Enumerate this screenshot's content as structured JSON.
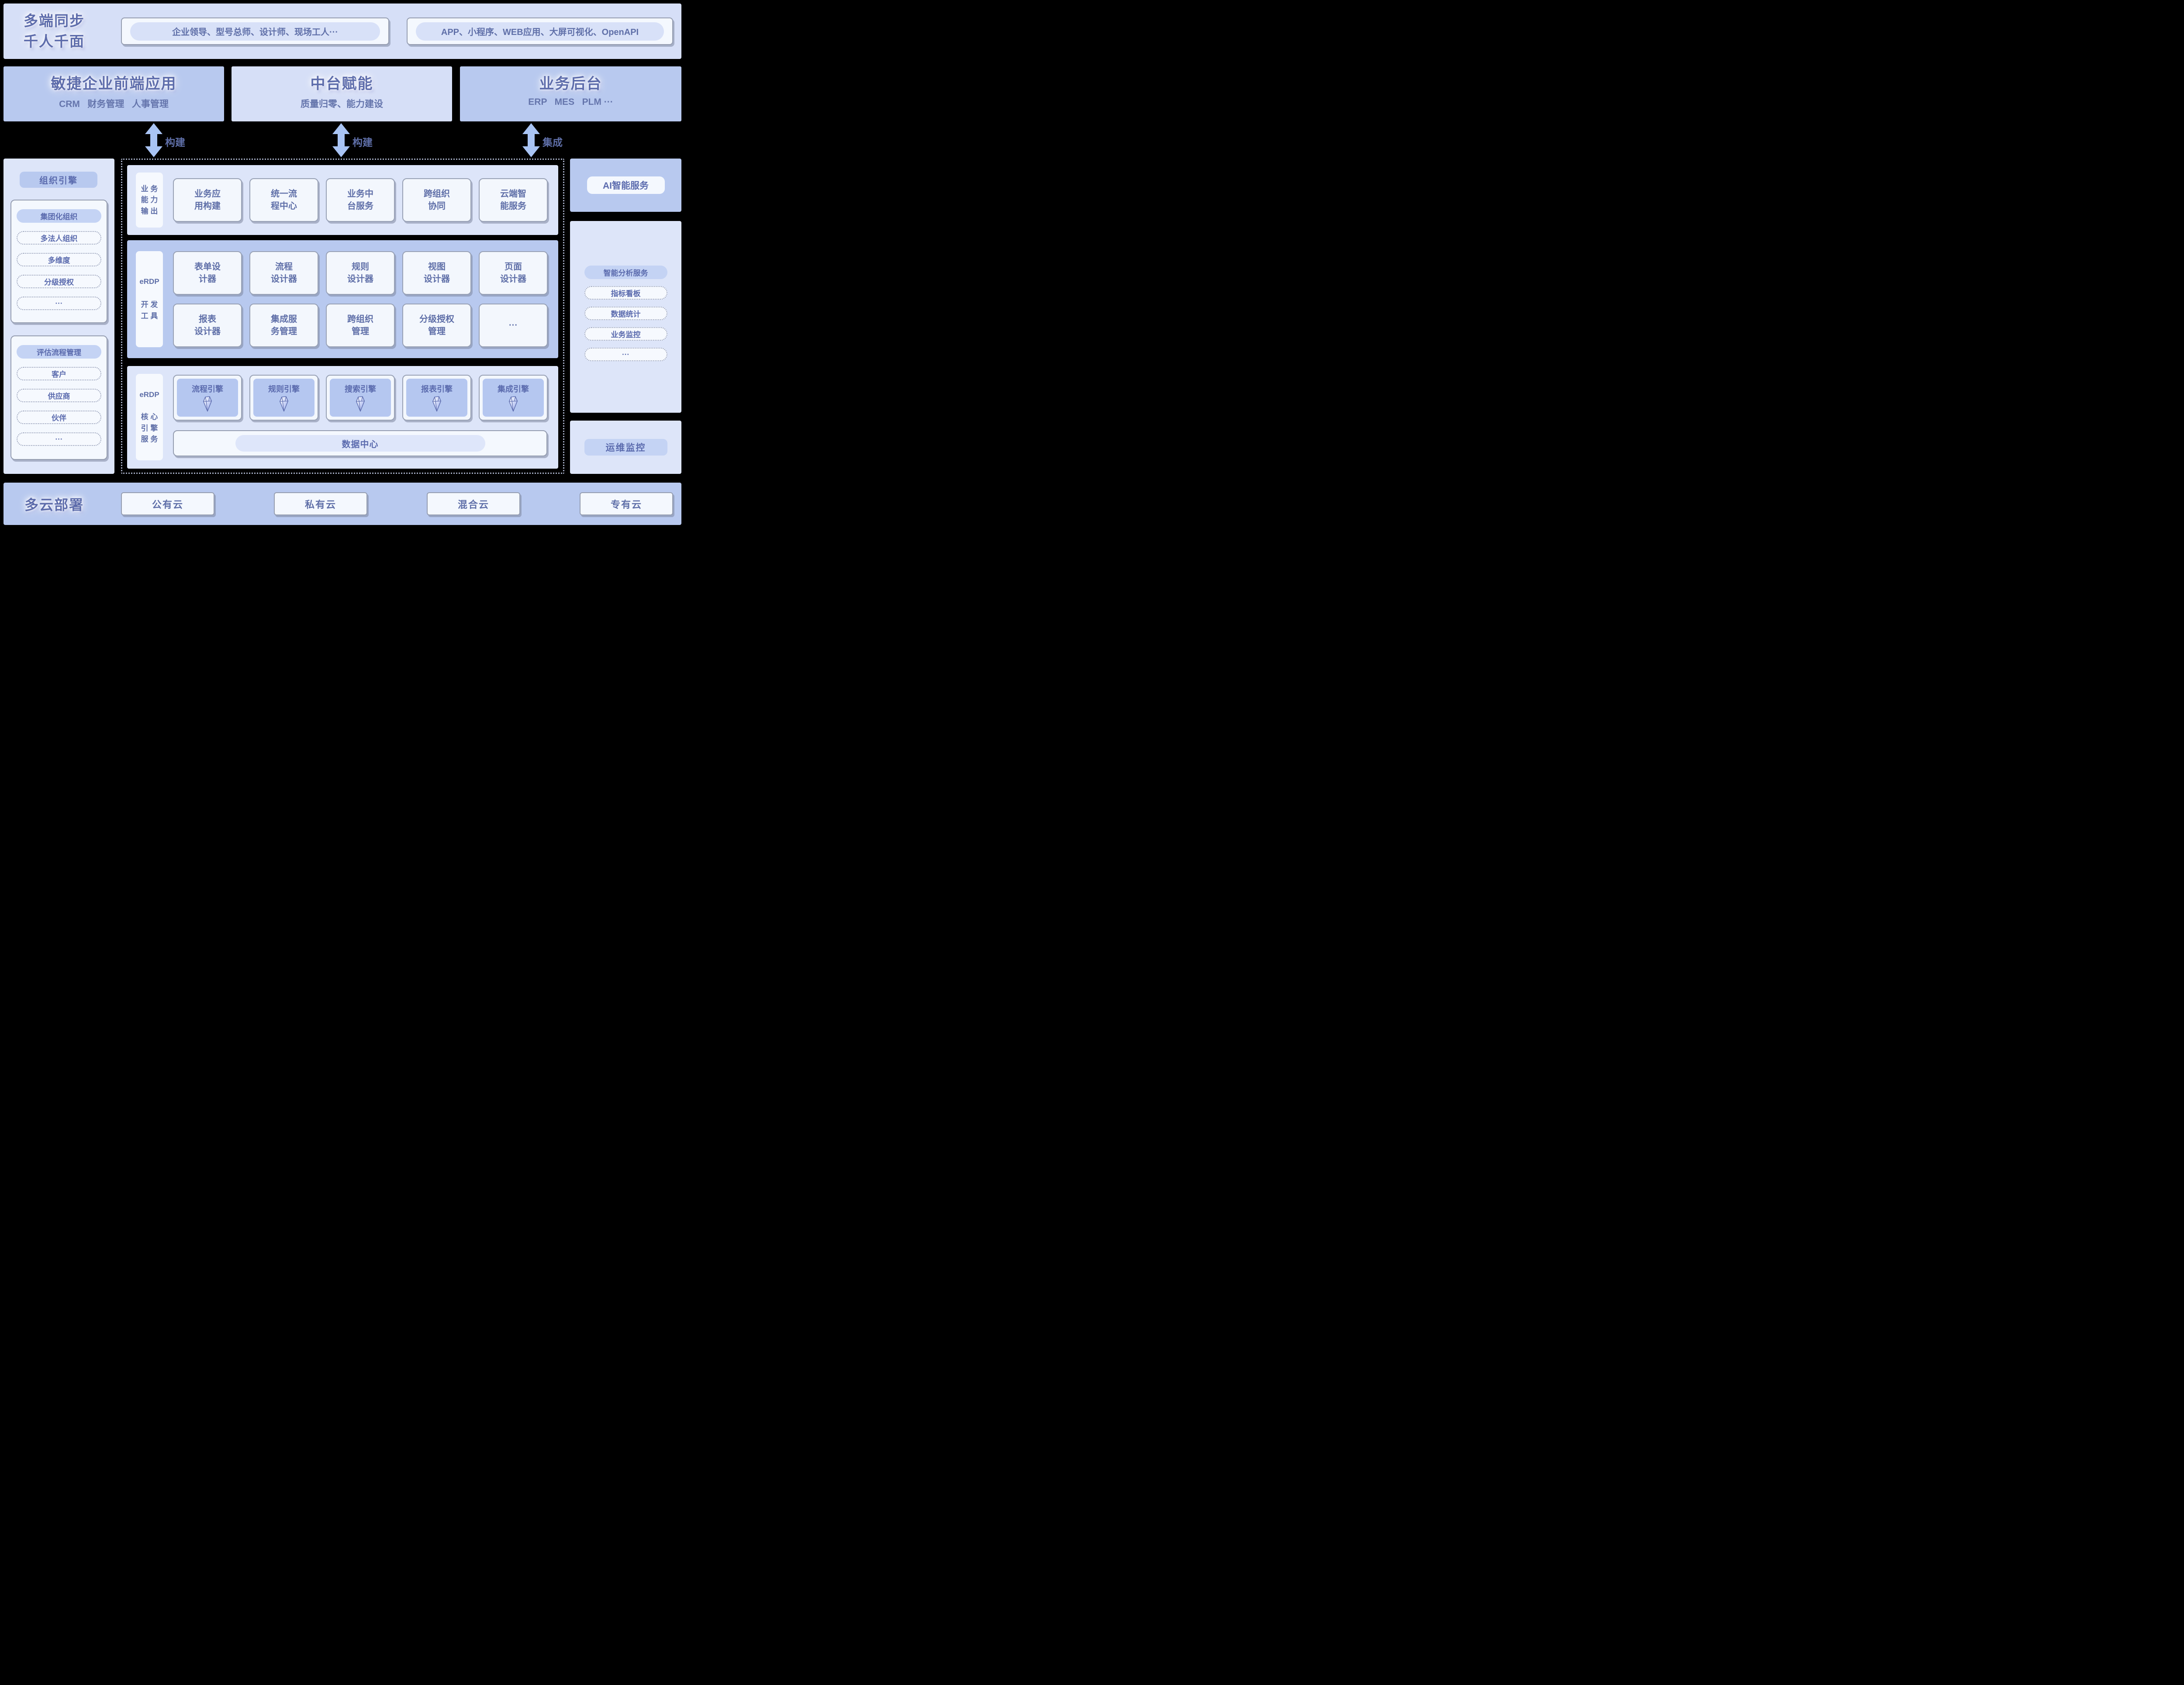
{
  "top_band": {
    "title_line1": "多端同步",
    "title_line2": "千人千面",
    "users_pill": "企业领导、型号总师、设计师、现场工人···",
    "channels_pill": "APP、小程序、WEB应用、大屏可视化、OpenAPI"
  },
  "layers": [
    {
      "title": "敏捷企业前端应用",
      "subtitle": "CRM   财务管理   人事管理"
    },
    {
      "title": "中台赋能",
      "subtitle": "质量归零、能力建设"
    },
    {
      "title": "业务后台",
      "subtitle": "ERP   MES   PLM ···"
    }
  ],
  "arrows": [
    {
      "label": "构建"
    },
    {
      "label": "构建"
    },
    {
      "label": "集成"
    }
  ],
  "left_sidebar": {
    "title": "组织引擎",
    "groups": [
      {
        "header": "集团化组织",
        "items": [
          "多法人组织",
          "多维度",
          "分级授权",
          "···"
        ]
      },
      {
        "header": "评估流程管理",
        "items": [
          "客户",
          "供应商",
          "伙伴",
          "···"
        ]
      }
    ]
  },
  "platform": {
    "capability_section": {
      "tab": "业 务\n能 力\n输 出",
      "boxes": [
        "业务应\n用构建",
        "统一流\n程中心",
        "业务中\n台服务",
        "跨组织\n协同",
        "云端智\n能服务"
      ]
    },
    "devtools_section": {
      "tab": "eRDP\n\n开 发\n工 具",
      "row1": [
        "表单设\n计器",
        "流程\n设计器",
        "规则\n设计器",
        "视图\n设计器",
        "页面\n设计器"
      ],
      "row2": [
        "报表\n设计器",
        "集成服\n务管理",
        "跨组织\n管理",
        "分级授权\n管理",
        "···"
      ]
    },
    "engines_section": {
      "tab": "eRDP\n\n核 心\n引 擎\n服 务",
      "engines": [
        "流程引擎",
        "规则引擎",
        "搜索引擎",
        "报表引擎",
        "集成引擎"
      ],
      "data_center": "数据中心"
    }
  },
  "right_sidebar": {
    "ai_service": "AI智能服务",
    "analysis": {
      "header": "智能分析服务",
      "items": [
        "指标看板",
        "数据统计",
        "业务监控",
        "···"
      ]
    },
    "ops_monitor": "运维监控"
  },
  "bottom_band": {
    "title": "多云部署",
    "clouds": [
      "公有云",
      "私有云",
      "混合云",
      "专有云"
    ]
  },
  "colors": {
    "background": "#000000",
    "panel_mid": "#b8c9ef",
    "panel_light": "#dde5f9",
    "pill_solid": "#c4d3f4",
    "text_primary": "#5f6fa8",
    "arrow": "#a9c4f4"
  }
}
